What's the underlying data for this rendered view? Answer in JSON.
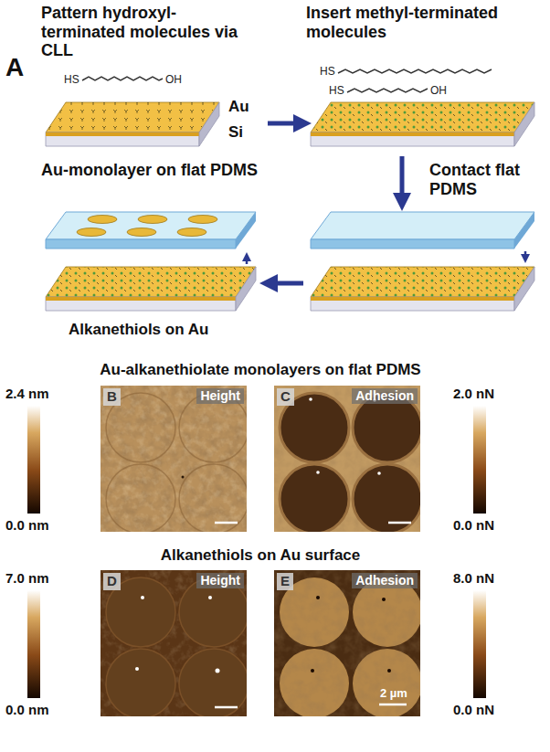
{
  "diagram": {
    "nodes": [
      {
        "text": [
          "Pattern hydroxyl-terminated molecules via CLL"
        ]
      },
      {
        "text": [
          "Insert methyl-terminated molecules"
        ]
      },
      {
        "text": [
          "Contact flat PDMS"
        ]
      },
      {
        "text": [
          "Au-monolayer on flat PDMS",
          "Alkanethiols on Au"
        ]
      },
      {
        "text": [
          "B",
          "Height"
        ]
      },
      {
        "text": [
          "C",
          "Adhesion"
        ]
      },
      {
        "text": [
          "D",
          "Height"
        ]
      },
      {
        "text": [
          "E",
          "Adhesion"
        ]
      }
    ],
    "edges": [
      {
        "from": 0,
        "to": 1,
        "arrow": "to"
      },
      {
        "from": 1,
        "to": 2,
        "arrow": "to"
      },
      {
        "from": 2,
        "to": 3,
        "arrow": "to"
      }
    ],
    "labels": [
      "A",
      "HS",
      "OH",
      "Au",
      "Si",
      "HS",
      "HS",
      "OH",
      "Au-alkanethiolate monolayers on flat PDMS",
      "2.4 nm",
      "0.0 nm",
      "2.0 nN",
      "0.0 nN",
      "Alkanethiols on Au surface",
      "7.0 nm",
      "0.0 nm",
      "8.0 nN",
      "0.0 nN",
      "2 µm"
    ]
  }
}
